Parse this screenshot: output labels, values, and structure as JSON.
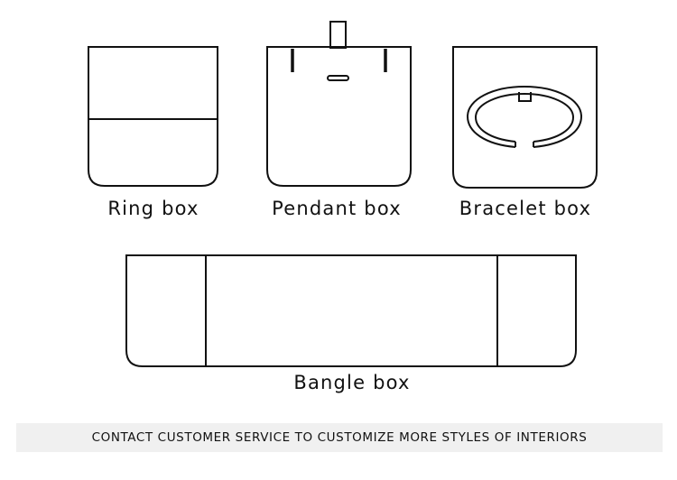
{
  "boxes": {
    "ring": {
      "label": "Ring box"
    },
    "pendant": {
      "label": "Pendant box"
    },
    "bracelet": {
      "label": "Bracelet box"
    },
    "bangle": {
      "label": "Bangle box"
    }
  },
  "footer": {
    "text": "CONTACT CUSTOMER SERVICE TO CUSTOMIZE MORE STYLES OF INTERIORS"
  },
  "colors": {
    "stroke": "#111111",
    "background": "#ffffff",
    "footer_background": "#f0f0f0"
  }
}
